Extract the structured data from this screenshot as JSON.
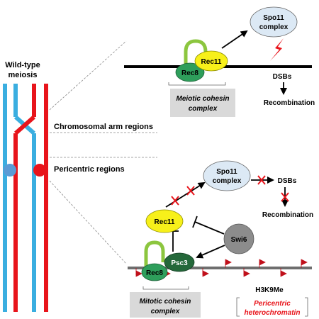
{
  "left": {
    "title_line1": "Wild-type",
    "title_line2": "meiosis",
    "label_arm": "Chromosomal arm regions",
    "label_pericentric": "Pericentric regions"
  },
  "top": {
    "spo11_line1": "Spo11",
    "spo11_line2": "complex",
    "rec11": "Rec11",
    "rec8": "Rec8",
    "cohesin_line1": "Meiotic cohesin",
    "cohesin_line2": "complex",
    "dsbs": "DSBs",
    "recombination": "Recombination"
  },
  "bottom": {
    "spo11_line1": "Spo11",
    "spo11_line2": "complex",
    "dsbs": "DSBs",
    "recombination": "Recombination",
    "rec11": "Rec11",
    "swi6": "Swi6",
    "psc3": "Psc3",
    "rec8": "Rec8",
    "h3k9me": "H3K9Me",
    "cohesin_line1": "Mitotic cohesin",
    "cohesin_line2": "complex",
    "hetero_line1": "Pericentric",
    "hetero_line2": "heterochromatin"
  },
  "colors": {
    "blue_chromosome": "#3aaee0",
    "red_chromosome": "#e8141b",
    "rec11_yellow": "#f7f01a",
    "rec8_green": "#2e9e5b",
    "psc3_darkgreen": "#24683a",
    "cohesin_ring": "#8cc63f",
    "spo11_fill": "#dce9f5",
    "swi6_fill": "#8c8c8c",
    "cohesin_box": "#d9d9d9",
    "inhibit_x": "#e8141b",
    "lightning": "#e8141b"
  }
}
